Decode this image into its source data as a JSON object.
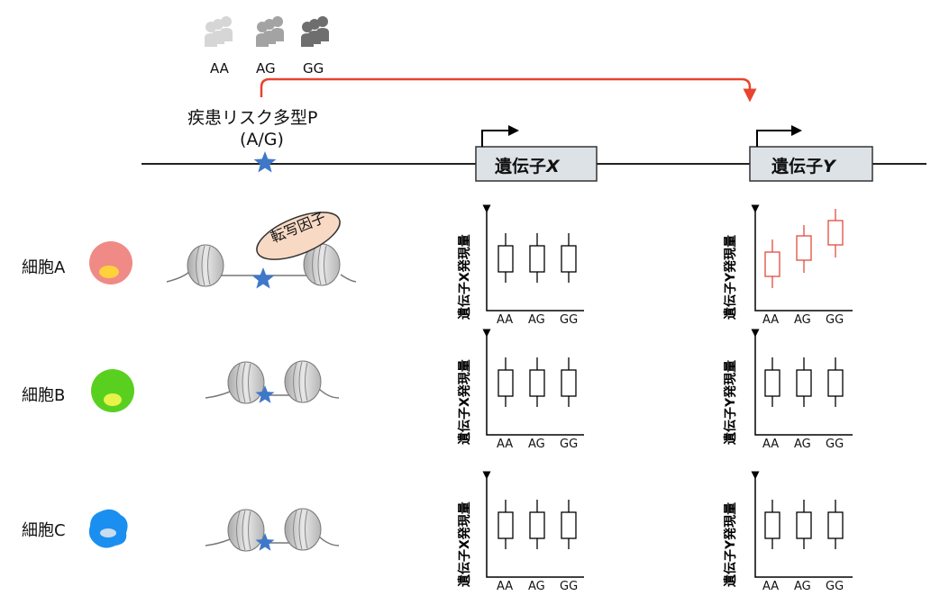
{
  "population": {
    "genotypes": [
      "AA",
      "AG",
      "GG"
    ]
  },
  "risk_variant": {
    "title": "疾患リスク多型P",
    "alleles": "(A/G)"
  },
  "genes": [
    {
      "name": "遺伝子",
      "letter": "X"
    },
    {
      "name": "遺伝子",
      "letter": "Y"
    }
  ],
  "transcription_factor": "転写因子",
  "cells": [
    {
      "label": "細胞A",
      "body_color": "#f08a86",
      "nucleus_color": "#ffd23c"
    },
    {
      "label": "細胞B",
      "body_color": "#59d020",
      "nucleus_color": "#e8f34a"
    },
    {
      "label": "細胞C",
      "body_color": "#1a8ff0",
      "nucleus_color": "#c9dcef"
    }
  ],
  "plot_axis_labels": {
    "x": "遺伝子X発現量",
    "y": "遺伝子Y発現量"
  },
  "colors": {
    "eqtl_arrow": "#e8432f",
    "variant_star": "#3f78c9",
    "highlight_plot": "#e34a3f",
    "tf_fill": "#f8d9c4"
  }
}
